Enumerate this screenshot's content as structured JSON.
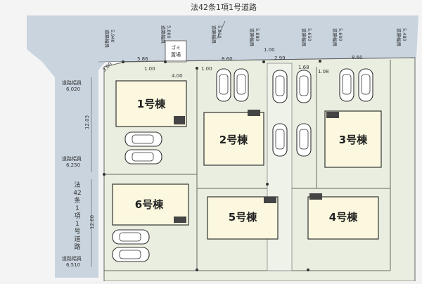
{
  "road_top": "法42条1項1号道路",
  "road_left_chars": [
    "法",
    "42",
    "条",
    "1",
    "項",
    "1",
    "号",
    "道",
    "路"
  ],
  "road_width_labels": [
    {
      "title": "道路幅員",
      "value": "5,940"
    },
    {
      "title": "道路幅員",
      "value": "5,860"
    },
    {
      "title": "道路幅員",
      "value": "5,810"
    },
    {
      "title": "道路幅員",
      "value": "5,880"
    },
    {
      "title": "道路幅員",
      "value": "5,650"
    },
    {
      "title": "道路幅員",
      "value": "5,600"
    },
    {
      "title": "道路幅員",
      "value": "5,480"
    }
  ],
  "left_width_labels": [
    {
      "title": "道路幅員",
      "value": "6,020"
    },
    {
      "title": "道路幅員",
      "value": "6,250"
    },
    {
      "title": "道路幅員",
      "value": "6,510"
    }
  ],
  "garbage_label": [
    "ゴミ",
    "置場"
  ],
  "dims": {
    "d300": "3.00",
    "d586": "5.86",
    "d100a": "1.00",
    "d400": "4.00",
    "d100b": "1.00",
    "d860a": "8.60",
    "d100c": "1.00",
    "d299": "2.99",
    "d168": "1.68",
    "d108": "1.08",
    "d860b": "8.60",
    "d1203": "12.03",
    "d1260": "12.60"
  },
  "buildings": [
    "1号棟",
    "2号棟",
    "3号棟",
    "4号棟",
    "5号棟",
    "6号棟"
  ],
  "colors": {
    "lot": "#e9eee0",
    "road": "#c9d4df",
    "building": "#fbf8df",
    "line": "#555555",
    "text": "#333333"
  }
}
